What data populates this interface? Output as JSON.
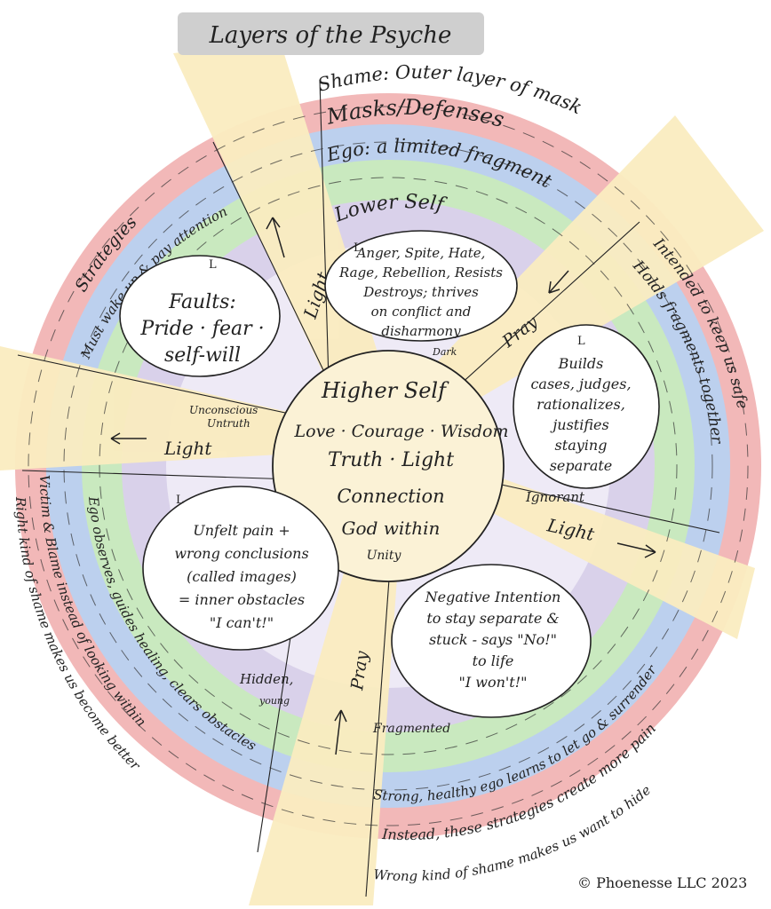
{
  "title": "Layers of the Psyche",
  "copyright": "© Phoenesse LLC  2023",
  "colors": {
    "ring_red": "#f2b8b8",
    "ring_blue": "#bcd0ee",
    "ring_green": "#c9e9bf",
    "ring_purple": "#d9d1ea",
    "light_ray": "#faecc0",
    "title_band": "#cfcfcf",
    "center": "#fbf2d6"
  },
  "rings": {
    "shame_outer": "Shame: Outer layer of mask",
    "masks_defenses": "Masks/Defenses",
    "ego": "Ego: a limited fragment",
    "lower_self": "Lower Self"
  },
  "left_outer": {
    "strategies": "Strategies",
    "wake_up": "Must wake up & pay attention"
  },
  "right_outer": {
    "intended": "Intended to keep us safe",
    "holds": "Holds fragments together"
  },
  "bottom_left_outer": {
    "victim": "Victim & Blame instead of looking within",
    "right_shame": "Right kind of shame makes us become better",
    "ego_observes": "Ego observes, guides healing, clears obstacles"
  },
  "bottom_right_outer": {
    "strong_ego": "Strong, healthy ego learns to let go & surrender",
    "instead": "Instead, these strategies create more pain",
    "wrong_shame": "Wrong kind of shame makes us want to hide"
  },
  "rays": {
    "light_top": "Light",
    "light_left": "Light",
    "light_right": "Light",
    "pray_top_right": "Pray",
    "pray_bottom": "Pray"
  },
  "center": {
    "title": "Higher Self",
    "line1": "Love · Courage · Wisdom",
    "line2": "Truth · Light",
    "line3": "Connection",
    "line4": "God within",
    "line5": "Unity"
  },
  "clouds": {
    "top": {
      "lines": [
        "Anger, Spite, Hate,",
        "Rage, Rebellion, Resists",
        "Destroys; thrives",
        "on conflict and",
        "disharmony"
      ],
      "tag": "Dark"
    },
    "left": {
      "lines": [
        "Faults:",
        "Pride · fear ·",
        "self-will"
      ],
      "tag1": "Unconscious",
      "tag2": "Untruth"
    },
    "right": {
      "lines": [
        "Builds",
        "cases, judges,",
        "rationalizes,",
        "justifies",
        "staying",
        "separate"
      ],
      "tag": "Ignorant"
    },
    "bottom_left": {
      "lines": [
        "Unfelt pain +",
        "wrong conclusions",
        "(called images)",
        "= inner obstacles",
        "\"I can't!\""
      ],
      "tag1": "Hidden,",
      "tag2": "young"
    },
    "bottom_right": {
      "lines": [
        "Negative Intention",
        "to stay separate &",
        "stuck - says \"No!\"",
        "to life",
        "\"I won't!\""
      ],
      "tag": "Fragmented"
    }
  }
}
